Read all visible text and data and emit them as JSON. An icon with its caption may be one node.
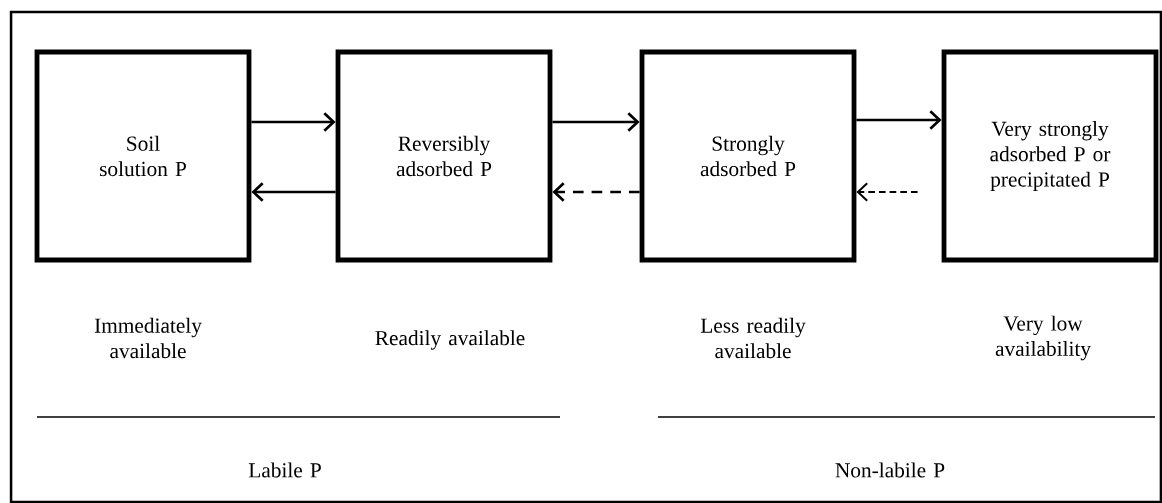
{
  "diagram": {
    "nodes": [
      {
        "text": [
          "Soil solution P"
        ]
      },
      {
        "text": [
          "Reversibly adsorbed P"
        ]
      },
      {
        "text": [
          "Strongly adsorbed P"
        ]
      },
      {
        "text": [
          "Very strongly adsorbed P or precipitated P"
        ]
      }
    ],
    "edges": [
      {
        "from": 0,
        "to": 1,
        "arrow": "to"
      },
      {
        "from": 1,
        "to": 0,
        "arrow": "to"
      },
      {
        "from": 1,
        "to": 2,
        "arrow": "to"
      },
      {
        "from": 2,
        "to": 1,
        "arrow": "to",
        "style": "dashed"
      },
      {
        "from": 2,
        "to": 3,
        "arrow": "to"
      },
      {
        "from": 3,
        "to": 2,
        "arrow": "to",
        "style": "dashed"
      }
    ],
    "labels": [
      "Immediately available",
      "Readily available",
      "Less readily available",
      "Very low availability",
      "Labile P",
      "Non-labile P"
    ]
  }
}
